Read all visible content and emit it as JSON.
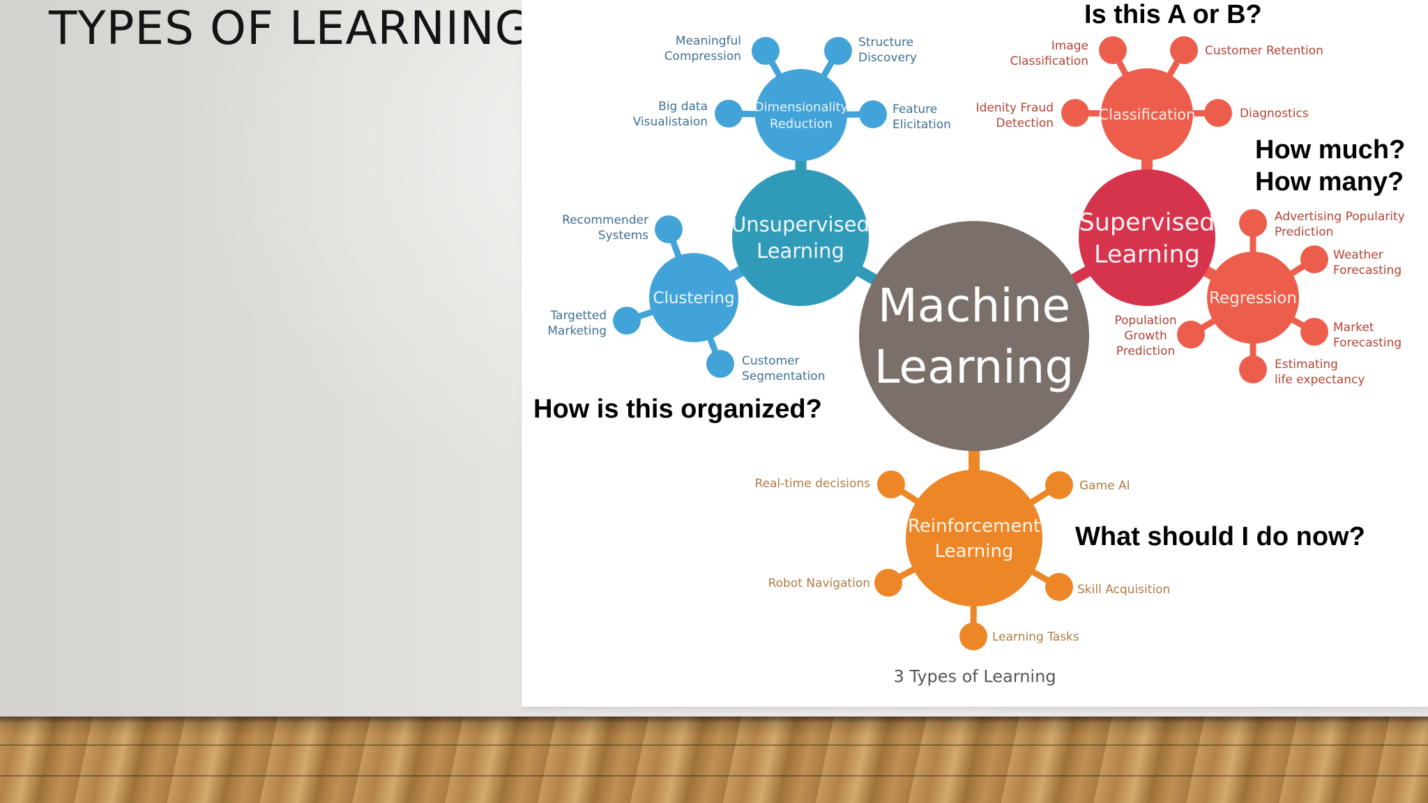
{
  "slide": {
    "title": "TYPES OF LEARNING"
  },
  "diagram": {
    "center": "Machine Learning",
    "center_lines": [
      "Machine",
      "Learning"
    ],
    "caption": "3 Types of Learning",
    "colors": {
      "center": "#7b7069",
      "unsupervised": "#2f9bb9",
      "unsupervised_sub": "#42a3d8",
      "supervised": "#d6334d",
      "supervised_sub": "#ec5e4b",
      "reinforcement": "#ed8627",
      "blue_text": "#3e6f93",
      "red_text": "#b24233",
      "orange_text": "#b07a41"
    },
    "unsupervised": {
      "label_lines": [
        "Unsupervised",
        "Learning"
      ],
      "dimensionality": {
        "label_lines": [
          "Dimensionality",
          "Reduction"
        ],
        "leaves": [
          [
            "Meaningful",
            "Compression"
          ],
          [
            "Structure",
            "Discovery"
          ],
          [
            "Big data",
            "Visualistaion"
          ],
          [
            "Feature",
            "Elicitation"
          ]
        ]
      },
      "clustering": {
        "label": "Clustering",
        "leaves": [
          [
            "Recommender",
            "Systems"
          ],
          [
            "Targetted",
            "Marketing"
          ],
          [
            "Customer",
            "Segmentation"
          ]
        ]
      }
    },
    "supervised": {
      "label_lines": [
        "Supervised",
        "Learning"
      ],
      "classification": {
        "label": "Classification",
        "leaves": [
          [
            "Image",
            "Classification"
          ],
          [
            "Customer Retention"
          ],
          [
            "Idenity Fraud",
            "Detection"
          ],
          [
            "Diagnostics"
          ]
        ]
      },
      "regression": {
        "label": "Regression",
        "leaves": [
          [
            "Advertising Popularity",
            "Prediction"
          ],
          [
            "Weather",
            "Forecasting"
          ],
          [
            "Population",
            "Growth",
            "Prediction"
          ],
          [
            "Market",
            "Forecasting"
          ],
          [
            "Estimating",
            "life expectancy"
          ]
        ]
      }
    },
    "reinforcement": {
      "label_lines": [
        "Reinforcement",
        "Learning"
      ],
      "leaves": [
        [
          "Real-time decisions"
        ],
        [
          "Game AI"
        ],
        [
          "Robot Navigation"
        ],
        [
          "Skill Acquisition"
        ],
        [
          "Learning Tasks"
        ]
      ]
    }
  },
  "questions": {
    "supervised_class": "Is this A or B?",
    "supervised_reg_line1": "How much?",
    "supervised_reg_line2": "How many?",
    "unsupervised": "How is this organized?",
    "reinforcement": "What should I do now?"
  }
}
